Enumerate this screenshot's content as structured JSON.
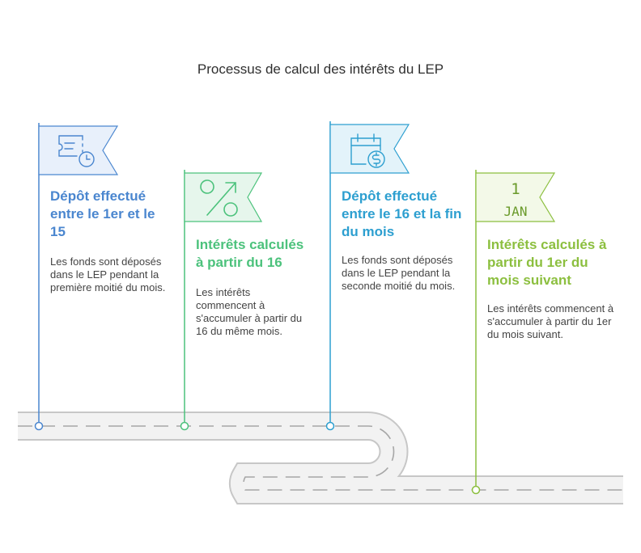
{
  "title": "Processus de calcul des intérêts du LEP",
  "colors": {
    "step1": "#4a86cf",
    "step2": "#4cc27c",
    "step3": "#2d9fd0",
    "step4": "#8cbf3f"
  },
  "steps": [
    {
      "heading": "Dépôt effectué entre le 1er et le 15",
      "description": "Les fonds sont déposés dans le LEP pendant la première moitié du mois.",
      "icon": "ticket-clock-icon"
    },
    {
      "heading": "Intérêts calculés à partir du 16",
      "description": "Les intérêts commencent à s'accumuler à partir du 16 du même mois.",
      "icon": "percent-icon"
    },
    {
      "heading": "Dépôt effectué entre le 16 et la fin du mois",
      "description": "Les fonds sont déposés dans le LEP pendant la seconde moitié du mois.",
      "icon": "calendar-dollar-icon"
    },
    {
      "heading": "Intérêts calculés à partir du 1er du mois suivant",
      "description": "Les intérêts commencent à s'accumuler à partir du 1er du mois suivant.",
      "icon": "calendar-day-icon",
      "calendar": {
        "day": "1",
        "month": "JAN"
      }
    }
  ]
}
